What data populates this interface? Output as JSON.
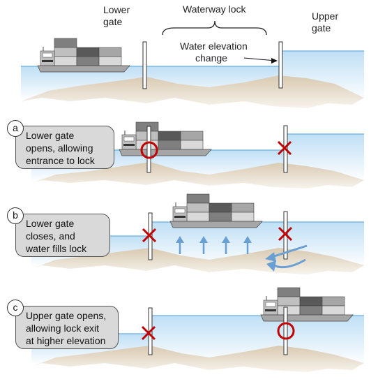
{
  "top_labels": {
    "lower_gate": [
      "Lower",
      "gate"
    ],
    "waterway_lock": "Waterway lock",
    "upper_gate": [
      "Upper",
      "gate"
    ],
    "water_change": [
      "Water elevation",
      "change"
    ]
  },
  "steps": [
    {
      "letter": "a",
      "lines": [
        "Lower gate",
        "opens, allowing",
        "entrance to lock"
      ]
    },
    {
      "letter": "b",
      "lines": [
        "Lower gate",
        "closes, and",
        "water fills lock"
      ]
    },
    {
      "letter": "c",
      "lines": [
        "Upper gate opens,",
        "allowing lock exit",
        "at higher elevation"
      ]
    }
  ],
  "colors": {
    "water": "#cfe6f7",
    "water_surface": "#6aaede",
    "ground": "#ebe2d4",
    "gate": "#333333",
    "mark": "#c00000",
    "arrow": "#6a9fd4"
  }
}
